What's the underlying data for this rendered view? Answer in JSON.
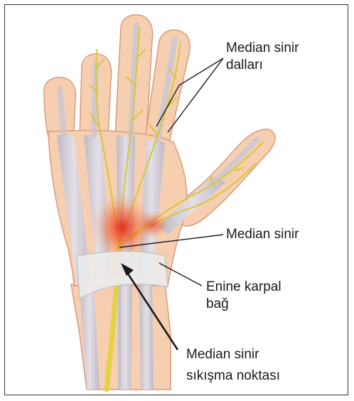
{
  "labels": {
    "branches_line1": "Median sinir",
    "branches_line2": "dalları",
    "nerve": "Median sinir",
    "ligament_line1": "Enine karpal",
    "ligament_line2": "bağ",
    "compression_line1": "Median sinir",
    "compression_line2": "sıkışma noktası"
  },
  "colors": {
    "skin": "#f6cfb0",
    "skin_outline": "#d99b7c",
    "tendon": "#c9c7d6",
    "nerve": "#e3d246",
    "ligament": "#ececec",
    "inflammation": "#e8241c",
    "leader_line": "#1a1a1a"
  }
}
